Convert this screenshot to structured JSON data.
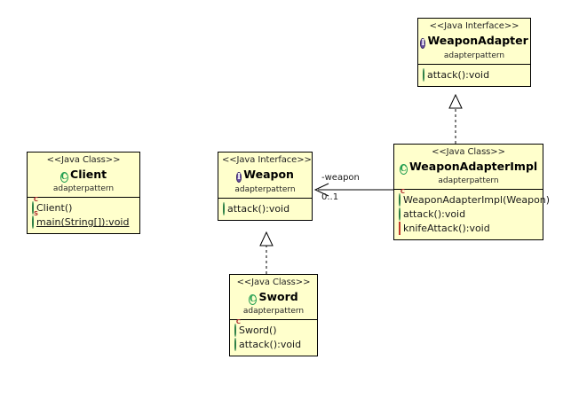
{
  "diagram": {
    "title": "adapterpattern UML class diagram",
    "package": "adapterpattern",
    "background_color": "#ffffff",
    "box_fill_color": "#ffffcc",
    "box_border_color": "#000000",
    "interface_icon_color": "#6a51a3",
    "class_icon_color": "#1f9d4e",
    "public_member_color": "#63c27e",
    "private_member_color": "#f2a0a0"
  },
  "nodes": {
    "weapon_adapter": {
      "stereotype": "<<Java Interface>>",
      "name": "WeaponAdapter",
      "package": "adapterpattern",
      "icon": "interface-icon",
      "members": [
        {
          "label": "attack():void",
          "icon": "public-method-icon",
          "badge": "",
          "static": false
        }
      ]
    },
    "weapon_adapter_impl": {
      "stereotype": "<<Java Class>>",
      "name": "WeaponAdapterImpl",
      "package": "adapterpattern",
      "icon": "class-icon",
      "members": [
        {
          "label": "WeaponAdapterImpl(Weapon)",
          "icon": "public-method-icon",
          "badge": "C",
          "static": false
        },
        {
          "label": "attack():void",
          "icon": "public-method-icon",
          "badge": "",
          "static": false
        },
        {
          "label": "knifeAttack():void",
          "icon": "private-method-icon",
          "badge": "",
          "static": false
        }
      ]
    },
    "client": {
      "stereotype": "<<Java Class>>",
      "name": "Client",
      "package": "adapterpattern",
      "icon": "class-icon",
      "members": [
        {
          "label": "Client()",
          "icon": "public-method-icon",
          "badge": "C",
          "static": false
        },
        {
          "label": "main(String[]):void",
          "icon": "public-method-icon",
          "badge": "S",
          "static": true
        }
      ]
    },
    "weapon": {
      "stereotype": "<<Java Interface>>",
      "name": "Weapon",
      "package": "adapterpattern",
      "icon": "interface-icon",
      "members": [
        {
          "label": "attack():void",
          "icon": "public-method-icon",
          "badge": "",
          "static": false
        }
      ]
    },
    "sword": {
      "stereotype": "<<Java Class>>",
      "name": "Sword",
      "package": "adapterpattern",
      "icon": "class-icon",
      "members": [
        {
          "label": "Sword()",
          "icon": "public-method-icon",
          "badge": "C",
          "static": false
        },
        {
          "label": "attack():void",
          "icon": "public-method-icon",
          "badge": "",
          "static": false
        }
      ]
    }
  },
  "edges": {
    "impl_realizes_adapter": {
      "type": "realization",
      "from": "WeaponAdapterImpl",
      "to": "WeaponAdapter",
      "label": ""
    },
    "sword_realizes_weapon": {
      "type": "realization",
      "from": "Sword",
      "to": "Weapon",
      "label": ""
    },
    "impl_uses_weapon": {
      "type": "association",
      "from": "WeaponAdapterImpl",
      "to": "Weapon",
      "role_label": "-weapon",
      "multiplicity": "0..1"
    }
  }
}
